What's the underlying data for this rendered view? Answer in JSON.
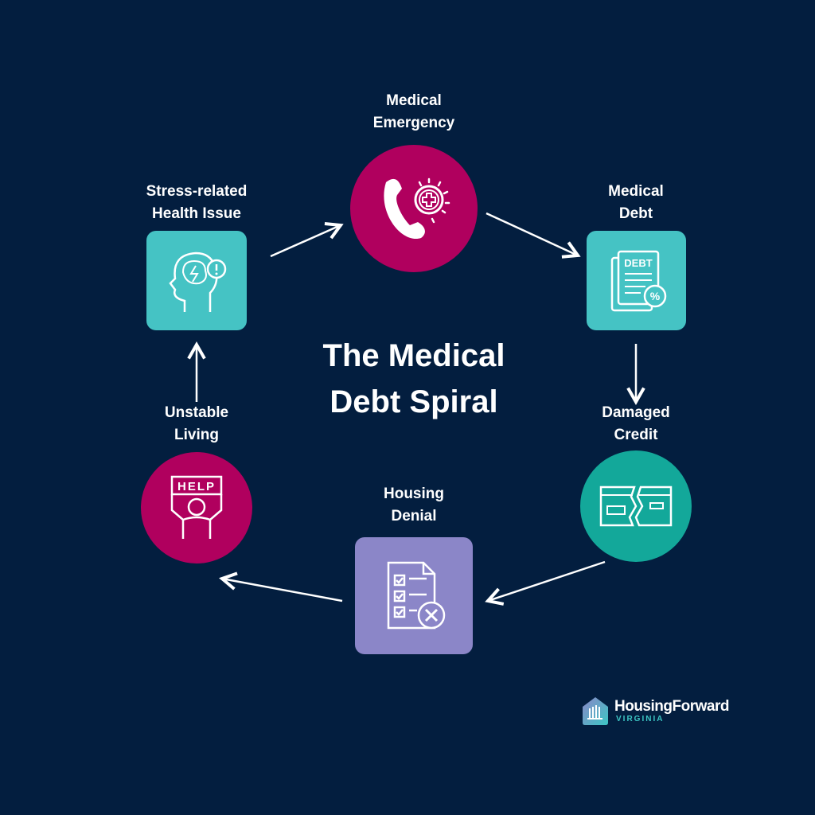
{
  "title": {
    "line1": "The Medical",
    "line2": "Debt Spiral"
  },
  "nodes": [
    {
      "id": "medical-emergency",
      "line1": "Medical",
      "line2": "Emergency",
      "icon": "phone-medical-icon",
      "color": "#b0005e"
    },
    {
      "id": "medical-debt",
      "line1": "Medical",
      "line2": "Debt",
      "icon": "debt-document-icon",
      "color": "#45c3c4"
    },
    {
      "id": "damaged-credit",
      "line1": "Damaged",
      "line2": "Credit",
      "icon": "broken-card-icon",
      "color": "#13a89a"
    },
    {
      "id": "housing-denial",
      "line1": "Housing",
      "line2": "Denial",
      "icon": "rejected-checklist-icon",
      "color": "#8b86c8"
    },
    {
      "id": "unstable-living",
      "line1": "Unstable",
      "line2": "Living",
      "icon": "help-sign-person-icon",
      "color": "#b0005e",
      "sign_text": "HELP"
    },
    {
      "id": "stress-health",
      "line1": "Stress-related",
      "line2": "Health Issue",
      "icon": "head-stress-icon",
      "color": "#45c3c4"
    }
  ],
  "debt_doc_text": "DEBT",
  "logo": {
    "name": "HousingForward",
    "sub": "VIRGINIA"
  }
}
